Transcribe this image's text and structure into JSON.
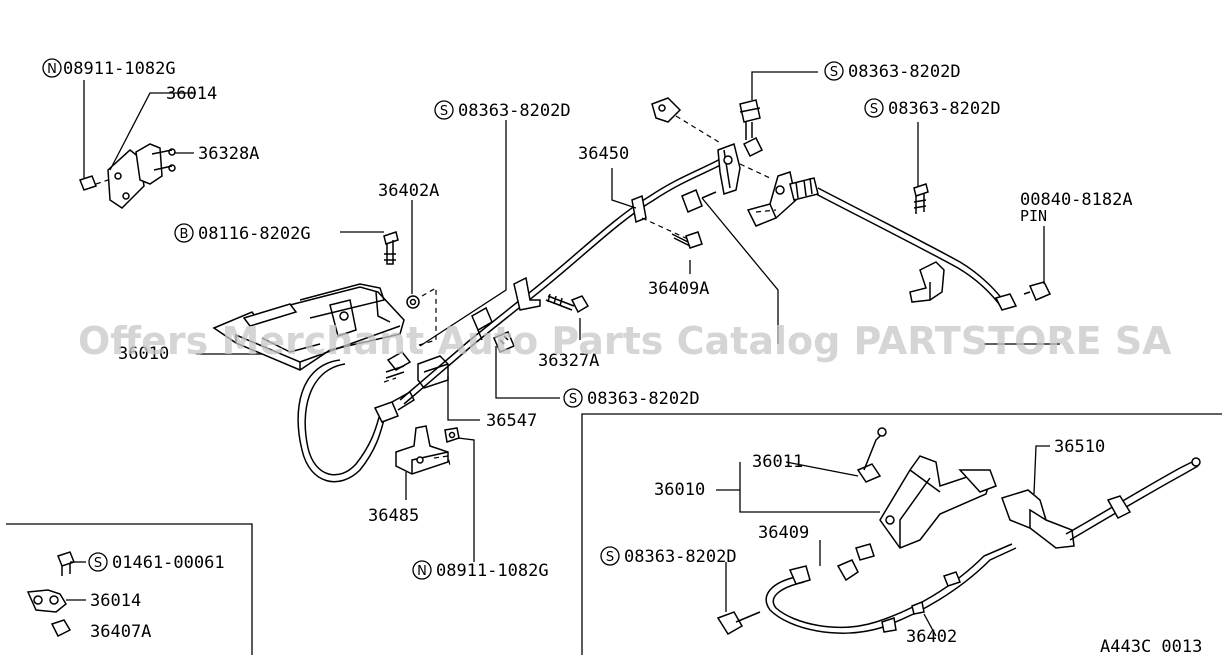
{
  "diagram": {
    "reference_code": "A443C 0013",
    "watermark": "Offers Merchant Auto Parts Catalog PARTSTORE SA",
    "labels": {
      "n_08911_1082g_top": {
        "prefix": "N",
        "text": "08911-1082G"
      },
      "p_36014_top": {
        "text": "36014"
      },
      "p_36328a": {
        "text": "36328A"
      },
      "p_36402a": {
        "text": "36402A"
      },
      "b_08116_8202g": {
        "prefix": "B",
        "text": "08116-8202G"
      },
      "p_36010_main": {
        "text": "36010"
      },
      "s_08363_8202d_a": {
        "prefix": "S",
        "text": "08363-8202D"
      },
      "p_36450": {
        "text": "36450"
      },
      "s_08363_8202d_b": {
        "prefix": "S",
        "text": "08363-8202D"
      },
      "s_08363_8202d_c": {
        "prefix": "S",
        "text": "08363-8202D"
      },
      "p_00840_8182a": {
        "text": "00840-8182A"
      },
      "pin_1": {
        "text": "PIN"
      },
      "p_36409a": {
        "text": "36409A"
      },
      "p_36327a": {
        "text": "36327A"
      },
      "s_08363_8202d_d": {
        "prefix": "S",
        "text": "08363-8202D"
      },
      "p_36547": {
        "text": "36547"
      },
      "p_36485": {
        "text": "36485"
      },
      "n_08911_1082g_bottom": {
        "prefix": "N",
        "text": "08911-1082G"
      },
      "s_01461_00061": {
        "prefix": "S",
        "text": "01461-00061"
      },
      "p_36014_inset": {
        "text": "36014"
      },
      "p_36407a": {
        "text": "36407A"
      },
      "p_36011": {
        "text": "36011"
      },
      "p_36510": {
        "text": "36510"
      },
      "p_36010_inset": {
        "text": "36010"
      },
      "p_36409": {
        "text": "36409"
      },
      "s_08363_8202d_e": {
        "prefix": "S",
        "text": "08363-8202D"
      },
      "p_36402": {
        "text": "36402"
      }
    }
  }
}
